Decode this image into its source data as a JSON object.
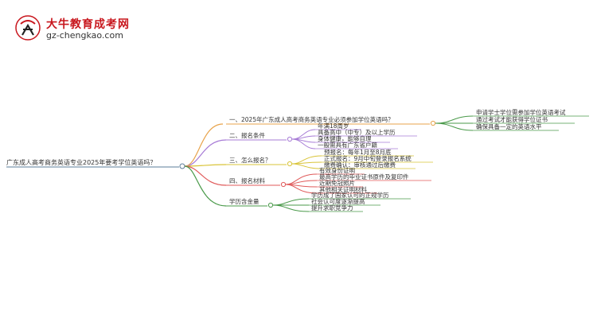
{
  "brand": {
    "title": "大牛教育成考网",
    "url": "gz-chengkao.com"
  },
  "colors": {
    "root": "#5b7d99",
    "b1": "#e8a34b",
    "b2": "#a77bd6",
    "b3": "#d9c438",
    "b4": "#e05a5a",
    "b5": "#4a9a4a"
  },
  "mindmap": {
    "root": "广东成人高考商务英语专业2025年要考学位英语吗？",
    "branches": [
      {
        "label": "一、2025年广东成人高考商务英语专业必须参加学位英语吗？",
        "children": [
          "申请学士学位需参加学位英语考试",
          "通过考试才能获得学位证书",
          "确保具备一定的英语水平"
        ]
      },
      {
        "label": "二、报名条件",
        "children": [
          "年满18周岁",
          "具备高中（中专）及以上学历",
          "身体健康，能够自理",
          "一般需具有广东省户籍"
        ]
      },
      {
        "label": "三、怎么报名？",
        "children": [
          "预报名：每年1月至8月底",
          "正式报名：9月中旬登录报名系统",
          "缴费确认：审核通过后缴费"
        ]
      },
      {
        "label": "四、报名材料",
        "children": [
          "有效身份证明",
          "最高学历的毕业证书原件及复印件",
          "近期免冠照片",
          "其他相关证明材料"
        ]
      },
      {
        "label": "学历含金量",
        "children": [
          "学历成了国家认可的正规学历",
          "社会认可度逐渐提高",
          "提升求职竞争力"
        ]
      }
    ]
  }
}
